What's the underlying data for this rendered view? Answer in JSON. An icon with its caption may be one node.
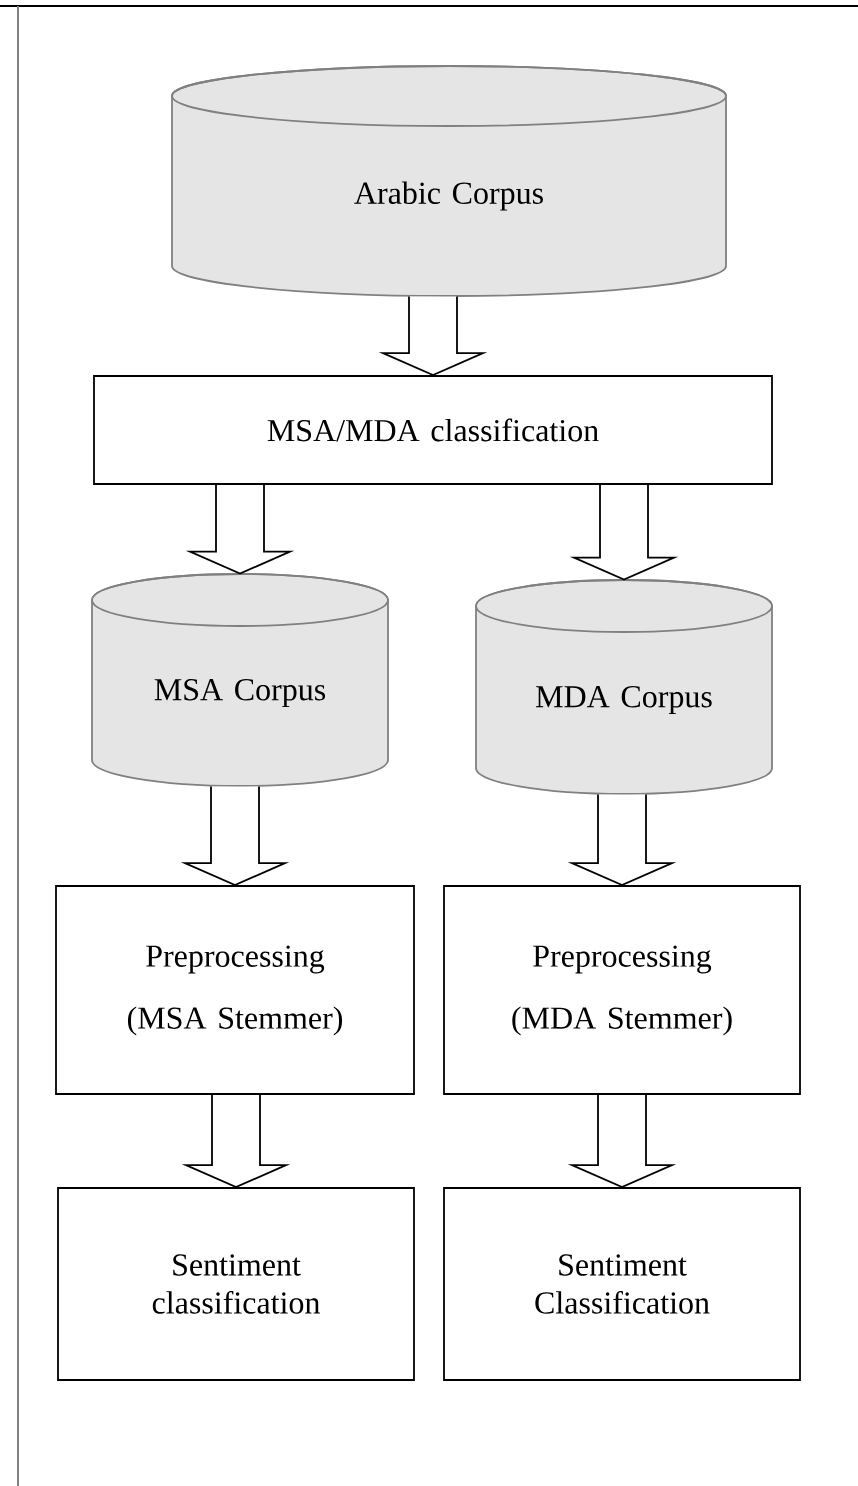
{
  "diagram": {
    "nodes": [
      {
        "text": [
          "Arabic Corpus"
        ]
      },
      {
        "text": [
          "MSA/MDA classification"
        ]
      },
      {
        "text": [
          "MSA Corpus"
        ]
      },
      {
        "text": [
          "MDA Corpus"
        ]
      },
      {
        "text": [
          "Preprocessing",
          "(MSA Stemmer)"
        ]
      },
      {
        "text": [
          "Preprocessing",
          "(MDA Stemmer)"
        ]
      },
      {
        "text": [
          "Sentiment classification"
        ]
      },
      {
        "text": [
          "Sentiment Classification"
        ]
      }
    ],
    "edges": [
      {
        "from": 0,
        "to": 1,
        "arrow": "to"
      },
      {
        "from": 1,
        "to": 2,
        "arrow": "to"
      },
      {
        "from": 1,
        "to": 3,
        "arrow": "to"
      },
      {
        "from": 2,
        "to": 4,
        "arrow": "to"
      },
      {
        "from": 3,
        "to": 5,
        "arrow": "to"
      },
      {
        "from": 4,
        "to": 6,
        "arrow": "to"
      },
      {
        "from": 5,
        "to": 7,
        "arrow": "to"
      }
    ]
  }
}
